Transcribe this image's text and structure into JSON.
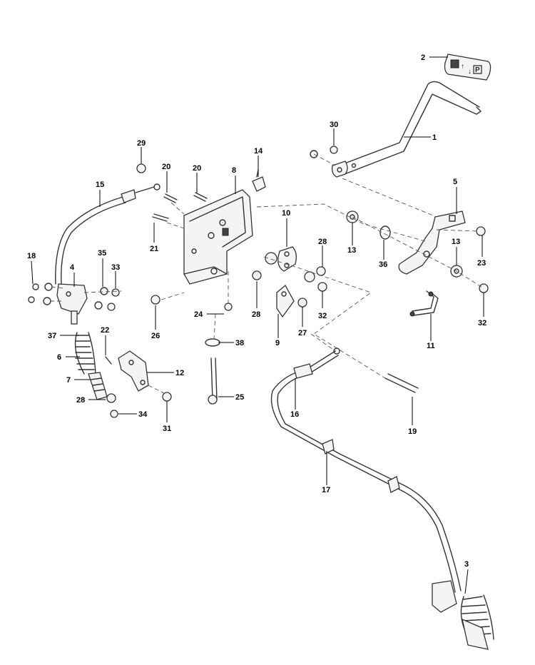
{
  "diagram": {
    "callouts": [
      {
        "id": "p1",
        "label": "1"
      },
      {
        "id": "p2",
        "label": "2"
      },
      {
        "id": "p3",
        "label": "3"
      },
      {
        "id": "p4",
        "label": "4"
      },
      {
        "id": "p5",
        "label": "5"
      },
      {
        "id": "p6",
        "label": "6"
      },
      {
        "id": "p7",
        "label": "7"
      },
      {
        "id": "p8",
        "label": "8"
      },
      {
        "id": "p9",
        "label": "9"
      },
      {
        "id": "p10",
        "label": "10"
      },
      {
        "id": "p11",
        "label": "11"
      },
      {
        "id": "p12",
        "label": "12"
      },
      {
        "id": "p13a",
        "label": "13"
      },
      {
        "id": "p13b",
        "label": "13"
      },
      {
        "id": "p14",
        "label": "14"
      },
      {
        "id": "p15",
        "label": "15"
      },
      {
        "id": "p16",
        "label": "16"
      },
      {
        "id": "p17",
        "label": "17"
      },
      {
        "id": "p18",
        "label": "18"
      },
      {
        "id": "p19",
        "label": "19"
      },
      {
        "id": "p20a",
        "label": "20"
      },
      {
        "id": "p20b",
        "label": "20"
      },
      {
        "id": "p21",
        "label": "21"
      },
      {
        "id": "p22",
        "label": "22"
      },
      {
        "id": "p23",
        "label": "23"
      },
      {
        "id": "p24",
        "label": "24"
      },
      {
        "id": "p25",
        "label": "25"
      },
      {
        "id": "p26",
        "label": "26"
      },
      {
        "id": "p27",
        "label": "27"
      },
      {
        "id": "p28a",
        "label": "28"
      },
      {
        "id": "p28b",
        "label": "28"
      },
      {
        "id": "p28c",
        "label": "28"
      },
      {
        "id": "p29",
        "label": "29"
      },
      {
        "id": "p30",
        "label": "30"
      },
      {
        "id": "p31",
        "label": "31"
      },
      {
        "id": "p32a",
        "label": "32"
      },
      {
        "id": "p32b",
        "label": "32"
      },
      {
        "id": "p33",
        "label": "33"
      },
      {
        "id": "p34",
        "label": "34"
      },
      {
        "id": "p35",
        "label": "35"
      },
      {
        "id": "p36",
        "label": "36"
      },
      {
        "id": "p37",
        "label": "37"
      },
      {
        "id": "p38",
        "label": "38"
      }
    ],
    "decal": {
      "up_symbol": "↑",
      "down_symbol": "↓",
      "p_letter": "P"
    },
    "colors": {
      "line": "#333333",
      "label": "#000000",
      "background": "#ffffff"
    }
  }
}
